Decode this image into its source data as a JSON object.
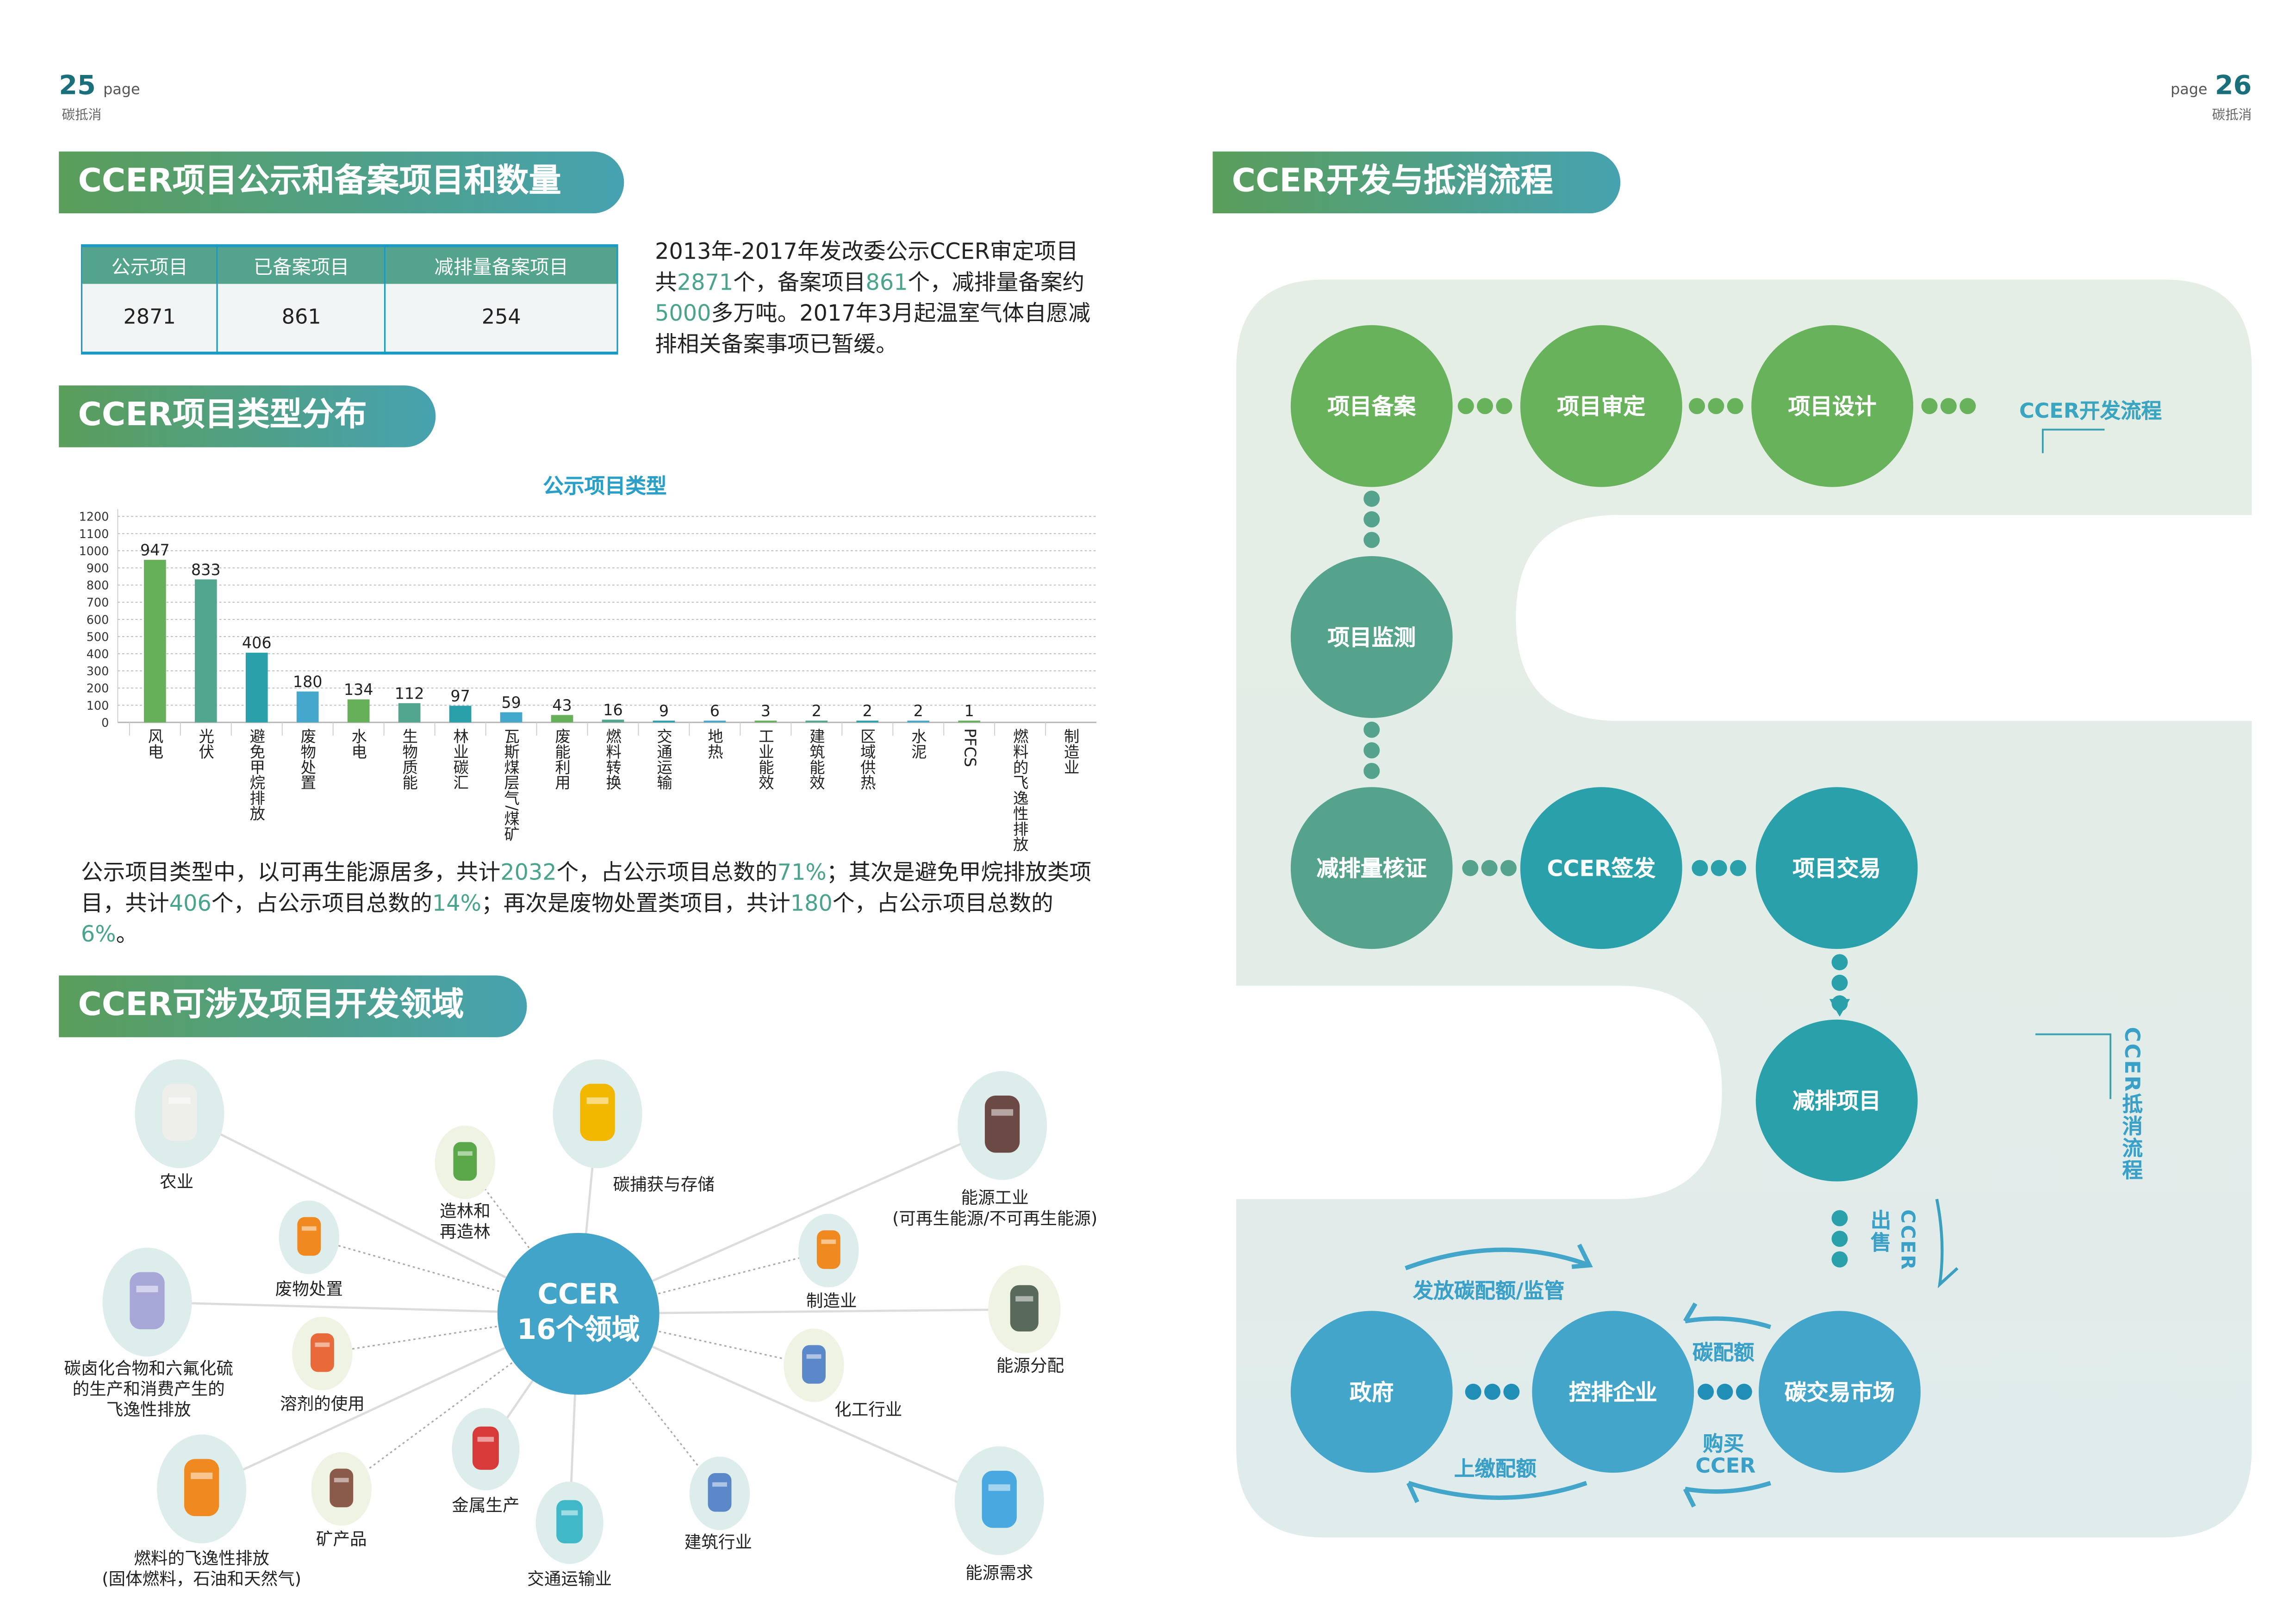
{
  "left_page": {
    "page_number": "25",
    "page_word": "page",
    "section": "碳抵消",
    "banner1": "CCER项目公示和备案项目和数量",
    "summary_table": {
      "headers": [
        "公示项目",
        "已备案项目",
        "减排量备案项目"
      ],
      "values": [
        "2871",
        "861",
        "254"
      ]
    },
    "intro_paragraph": [
      {
        "t": "2013年-2017年发改委公示CCER审定项目共",
        "hl": false
      },
      {
        "t": "2871",
        "hl": true
      },
      {
        "t": "个，备案项目",
        "hl": false
      },
      {
        "t": "861",
        "hl": true
      },
      {
        "t": "个，减排量备案约",
        "hl": false
      },
      {
        "t": "5000",
        "hl": true
      },
      {
        "t": "多万吨。2017年3月起温室气体自愿减排相关备案事项已暂缓。",
        "hl": false
      }
    ],
    "banner2": "CCER项目类型分布",
    "summary_paragraph": [
      {
        "t": "公示项目类型中，以可再生能源居多，共计",
        "hl": false
      },
      {
        "t": "2032",
        "hl": true
      },
      {
        "t": "个，占公示项目总数的",
        "hl": false
      },
      {
        "t": "71%",
        "hl": true
      },
      {
        "t": "；其次是避免甲烷排放类项目，共计",
        "hl": false
      },
      {
        "t": "406",
        "hl": true
      },
      {
        "t": "个，占公示项目总数的",
        "hl": false
      },
      {
        "t": "14%",
        "hl": true
      },
      {
        "t": "；再次是废物处置类项目，共计",
        "hl": false
      },
      {
        "t": "180",
        "hl": true
      },
      {
        "t": "个，占公示项目总数的",
        "hl": false
      },
      {
        "t": "6%",
        "hl": true
      },
      {
        "t": "。",
        "hl": false
      }
    ],
    "banner3": "CCER可涉及项目开发领域",
    "domains": {
      "center_line1": "CCER",
      "center_line2": "16个领域",
      "items": [
        {
          "label": [
            "农业"
          ],
          "icon": "grain-sack-icon"
        },
        {
          "label": [
            "碳捕获与存储"
          ],
          "icon": "co2-tank-icon"
        },
        {
          "label": [
            "能源工业",
            "(可再生能源/不可再生能源)"
          ],
          "icon": "power-plant-icon"
        },
        {
          "label": [
            "造林和",
            "再造林"
          ],
          "icon": "tree-icon"
        },
        {
          "label": [
            "废物处置"
          ],
          "icon": "recycle-bin-icon"
        },
        {
          "label": [
            "碳卤化合物和六氟化硫",
            "的生产和消费产生的",
            "飞逸性排放"
          ],
          "icon": "gas-cylinder-icon"
        },
        {
          "label": [
            "溶剂的使用"
          ],
          "icon": "flask-icon"
        },
        {
          "label": [
            "制造业"
          ],
          "icon": "robot-arm-icon"
        },
        {
          "label": [
            "能源分配"
          ],
          "icon": "power-tower-icon"
        },
        {
          "label": [
            "化工行业"
          ],
          "icon": "chemical-tank-icon"
        },
        {
          "label": [
            "燃料的飞逸性排放",
            "(固体燃料，石油和天然气)"
          ],
          "icon": "tanker-wagon-icon"
        },
        {
          "label": [
            "矿产品"
          ],
          "icon": "mine-cart-icon"
        },
        {
          "label": [
            "金属生产"
          ],
          "icon": "metal-laser-icon"
        },
        {
          "label": [
            "交通运输业"
          ],
          "icon": "truck-icon"
        },
        {
          "label": [
            "建筑行业"
          ],
          "icon": "crane-icon"
        },
        {
          "label": [
            "能源需求"
          ],
          "icon": "renewable-energy-icon"
        }
      ]
    }
  },
  "chart_data": {
    "type": "bar",
    "title": "公示项目类型",
    "xlabel": "",
    "ylabel": "",
    "ylim": [
      0,
      1200
    ],
    "yticks": [
      0,
      100,
      200,
      300,
      400,
      500,
      600,
      700,
      800,
      900,
      1000,
      1100,
      1200
    ],
    "grid": true,
    "categories": [
      "风电",
      "光伏",
      "避免甲烷排放",
      "废物处置",
      "水电",
      "生物质能",
      "林业碳汇",
      "瓦斯煤层气/煤矿",
      "废能利用",
      "燃料转换",
      "交通运输",
      "地热",
      "工业能效",
      "建筑能效",
      "区域供热",
      "水泥",
      "PFCS",
      "燃料的飞逸性排放",
      "制造业"
    ],
    "values": [
      947,
      833,
      406,
      180,
      134,
      112,
      97,
      59,
      43,
      16,
      9,
      6,
      3,
      2,
      2,
      2,
      1,
      null,
      null
    ],
    "colors": [
      "#66b05a",
      "#52a58f",
      "#2aa0ab",
      "#44a8cc"
    ]
  },
  "right_page": {
    "page_word": "page",
    "page_number": "26",
    "section": "碳抵消",
    "banner": "CCER开发与抵消流程",
    "dev_flow_label": "CCER开发流程",
    "offset_flow_label": "CCER抵消流程",
    "nodes": [
      "项目备案",
      "项目审定",
      "项目设计",
      "项目监测",
      "减排量核证",
      "CCER签发",
      "项目交易",
      "减排项目",
      "政府",
      "控排企业",
      "碳交易市场"
    ],
    "sell_label": "出售",
    "sell_label2": "CCER",
    "arc_labels": {
      "issue": "发放碳配额/监管",
      "surrender": "上缴配额",
      "allowance": "碳配额",
      "buy1": "购买",
      "buy2": "CCER"
    },
    "colors": {
      "green": "#67b25b",
      "teal_green": "#55a38c",
      "teal": "#2aa0ab",
      "blue": "#42a5c9"
    }
  }
}
